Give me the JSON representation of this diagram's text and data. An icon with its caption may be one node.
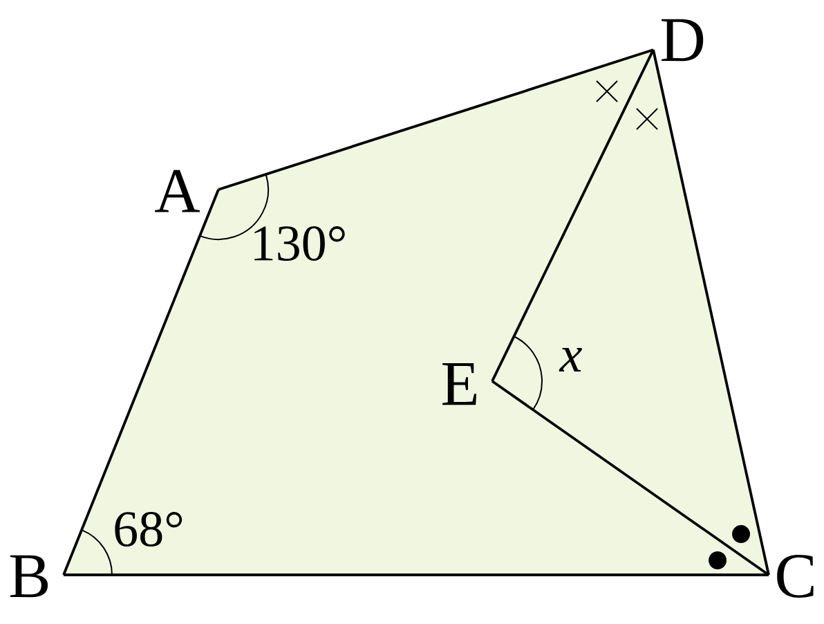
{
  "diagram": {
    "nodes": [
      {
        "text": [
          "A"
        ]
      },
      {
        "text": [
          "B"
        ]
      },
      {
        "text": [
          "C"
        ]
      },
      {
        "text": [
          "D"
        ]
      },
      {
        "text": [
          "E"
        ]
      }
    ],
    "edges": [
      {
        "from": 0,
        "to": 3,
        "arrow": "none"
      },
      {
        "from": 0,
        "to": 1,
        "arrow": "none"
      },
      {
        "from": 1,
        "to": 2,
        "arrow": "none"
      },
      {
        "from": 2,
        "to": 3,
        "arrow": "none"
      },
      {
        "from": 3,
        "to": 4,
        "arrow": "none"
      },
      {
        "from": 4,
        "to": 2,
        "arrow": "none"
      }
    ],
    "labels": [
      "130°",
      "x",
      "68°"
    ]
  }
}
